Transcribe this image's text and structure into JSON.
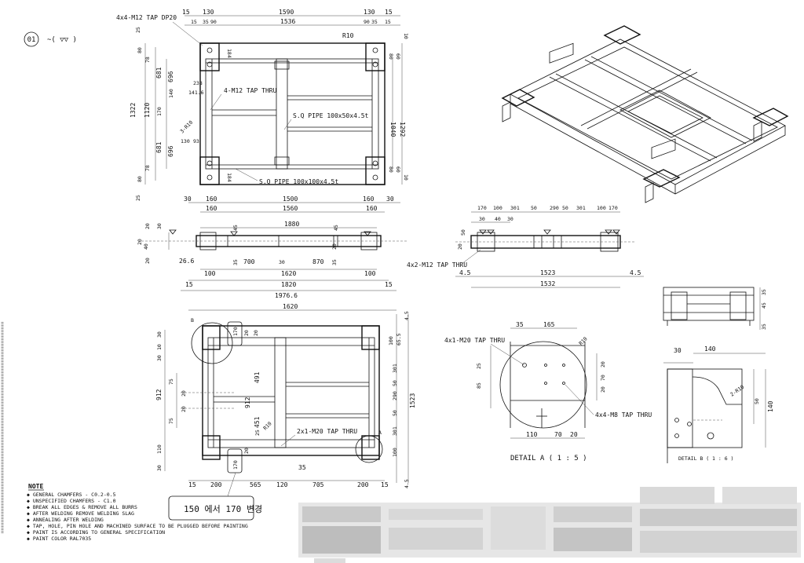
{
  "sheet": {
    "item_no": "01",
    "finish_symbol": "~( ▽▽ )",
    "top_view": {
      "dims_top": [
        "15",
        "130",
        "1590",
        "130",
        "15"
      ],
      "dims_top2": [
        "15",
        "35",
        "90",
        "1536",
        "90",
        "35",
        "15"
      ],
      "note_tap": "4x4-M12 TAP DP20",
      "note_tap2": "4-M12 TAP THRU",
      "radius": "R10",
      "pipe1": "S.Q PIPE 100x50x4.5t",
      "pipe2": "S.Q PIPE 100x100x4.5t",
      "left_dims": [
        "1322",
        "1120",
        "681",
        "681",
        "696",
        "696",
        "170",
        "140",
        "80",
        "78",
        "78",
        "80",
        "25",
        "25"
      ],
      "inner_dims": [
        "238",
        "141.6",
        "130",
        "93",
        "3-R10"
      ],
      "right_dims": [
        "1040",
        "1292",
        "80",
        "60",
        "60",
        "80",
        "10",
        "10",
        "184",
        "184"
      ],
      "dims_bottom": [
        "30",
        "160",
        "1500",
        "160",
        "30",
        "160",
        "1560",
        "160"
      ]
    },
    "front_view": {
      "dims_top": [
        "1880",
        "45",
        "45"
      ],
      "dims_left": [
        "20",
        "30",
        "20",
        "40",
        "20"
      ],
      "dims_mid": [
        "26.6",
        "35",
        "700",
        "30",
        "870",
        "35",
        "20"
      ],
      "dims_bottom": [
        "100",
        "1620",
        "100",
        "15",
        "1820",
        "15",
        "1976.6"
      ]
    },
    "side_view": {
      "dims_top": [
        "170",
        "100",
        "301",
        "50",
        "290",
        "50",
        "301",
        "100",
        "170"
      ],
      "dims_top2": [
        "30",
        "40",
        "30"
      ],
      "dims_left": [
        "50",
        "20"
      ],
      "note_tap": "4x2-M12 TAP THRU",
      "dims_bottom": [
        "4.5",
        "1523",
        "4.5",
        "1532"
      ]
    },
    "plan_view": {
      "dim_top": "1620",
      "label_b": "B",
      "label_a": "A",
      "left_dims": [
        "30",
        "10",
        "30",
        "75",
        "20",
        "912",
        "75",
        "20",
        "30",
        "110",
        "912"
      ],
      "mid_dims": [
        "170",
        "20",
        "20",
        "491",
        "451",
        "25",
        "R10",
        "20",
        "170",
        "35"
      ],
      "note_tap": "2x1-M20 TAP THRU",
      "right_dims": [
        "100",
        "65.5",
        "301",
        "290",
        "50",
        "50",
        "301",
        "100",
        "1523",
        "4.5",
        "4.5"
      ],
      "dims_bottom": [
        "15",
        "200",
        "565",
        "120",
        "705",
        "200",
        "15"
      ],
      "callout": "150 에서 170 변경"
    },
    "detail_a": {
      "note1": "4x1-M20 TAP THRU",
      "note2": "4x4-M8 TAP THRU",
      "dims": [
        "35",
        "165",
        "R10",
        "25",
        "85",
        "20",
        "70",
        "20",
        "110",
        "70",
        "20"
      ],
      "title": "DETAIL A ( 1 : 5 )"
    },
    "detail_b": {
      "dims_top": [
        "140",
        "30"
      ],
      "radius": "2-R10",
      "dims_right": [
        "50",
        "140"
      ],
      "title": "DETAIL B ( 1 : 6 )"
    },
    "small_view": {
      "dims": [
        "35",
        "45",
        "35"
      ]
    },
    "notes": {
      "title": "NOTE",
      "lines": [
        "◆ GENERAL CHAMFERS - C0.2-0.5",
        "◆ UNSPECIFIED CHAMFERS - C1.0",
        "◆ BREAK ALL EDGES & REMOVE ALL BURRS",
        "◆ AFTER WELDING REMOVE WELDING SLAG",
        "◆ ANNEALING AFTER WELDING",
        "◆ TAP, HOLE, PIN HOLE AND MACHINED SURFACE TO BE PLUGGED BEFORE PAINTING",
        "◆ PAINT IS ACCORDING TO GENERAL SPECIFICATION",
        "◆ PAINT COLOR RAL7035"
      ]
    }
  }
}
